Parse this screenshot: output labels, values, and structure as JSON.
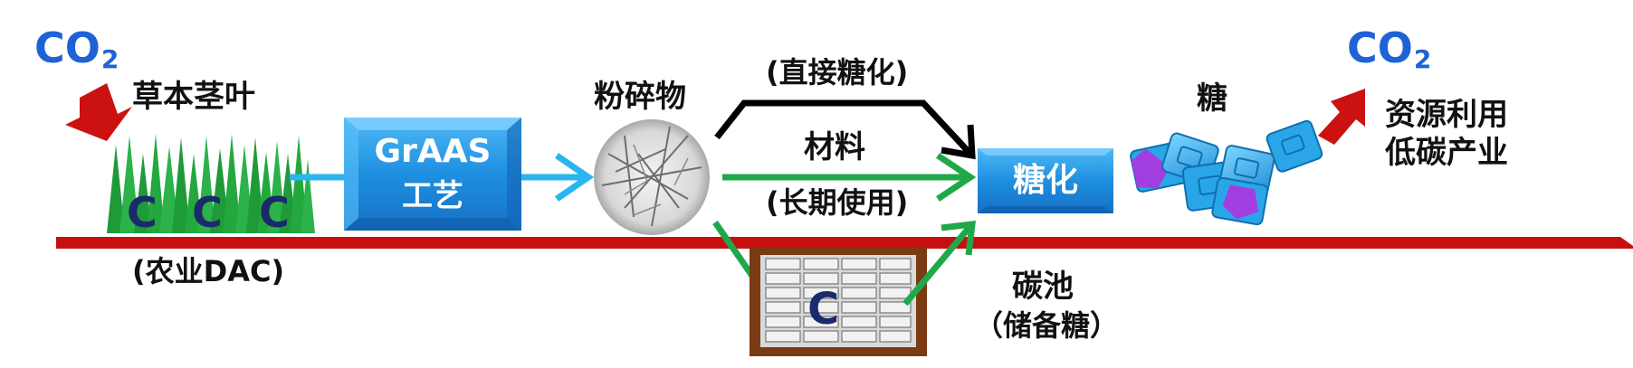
{
  "co2_left": {
    "main": "CO",
    "sub": "2"
  },
  "co2_right": {
    "main": "CO",
    "sub": "2"
  },
  "grass": {
    "label": "草本茎叶",
    "carbon_letters": [
      "C",
      "C",
      "C"
    ],
    "caption": "(农业DAC)"
  },
  "process_box": {
    "line1": "GrAAS",
    "line2": "工艺"
  },
  "crushed": {
    "label": "粉碎物"
  },
  "paths": {
    "direct": "(直接糖化)",
    "material": "材料",
    "long_term": "(长期使用)"
  },
  "saccharification": {
    "label": "糖化"
  },
  "sugar": {
    "label": "糖"
  },
  "outcome": {
    "line1": "资源利用",
    "line2": "低碳产业"
  },
  "carbon_pool": {
    "letter": "C",
    "label": "碳池",
    "sublabel": "（储备糖）"
  },
  "colors": {
    "co2": "#1e62d6",
    "red_arrow": "#cc1111",
    "ground_line": "#c80f0f",
    "process_blue": "#1e8fe0",
    "flow_blue": "#29b6ef",
    "green_path": "#1fa84a",
    "black_path": "#000000",
    "grass_green": "#22a83c",
    "carbon_letter": "#1a2a6c",
    "sugar_blue": "#2aa6e8",
    "sugar_purple": "#a23ee0",
    "pool_brown": "#7a3a12"
  },
  "icons": [
    "red-arrow-down-icon",
    "red-arrow-up-icon",
    "grass-icon",
    "crushed-material-icon",
    "sugar-crystals-icon",
    "log-pile-icon"
  ]
}
